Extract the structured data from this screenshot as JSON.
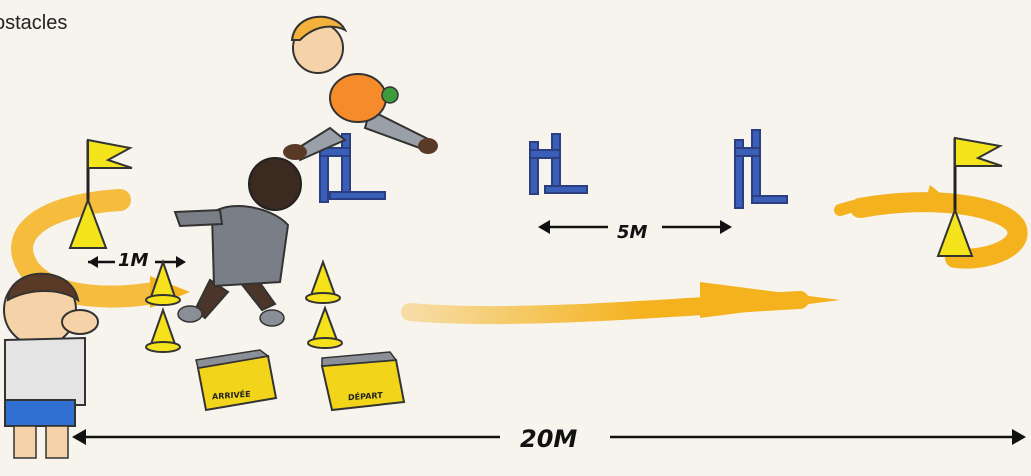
{
  "caption": "ostacles",
  "labels": {
    "one_meter": "1M",
    "five_meter": "5M",
    "twenty_meter": "20M",
    "box_arrivee": "ARRIVÉE",
    "box_depart": "DÉPART"
  },
  "colors": {
    "track_arrow": "#f4b21e",
    "cone": "#f5e21a",
    "flag": "#f3e41c",
    "hurdle": "#3a5fb8",
    "shirt_orange": "#f58b2a",
    "shirt_grey": "#7a7e86",
    "shorts_blue": "#2f6fd0",
    "box_yellow": "#f2d51a"
  },
  "icons": [
    "flag-icon",
    "cone-icon",
    "hurdle-icon",
    "child-jumping",
    "child-running",
    "child-whistle",
    "box-icon"
  ]
}
